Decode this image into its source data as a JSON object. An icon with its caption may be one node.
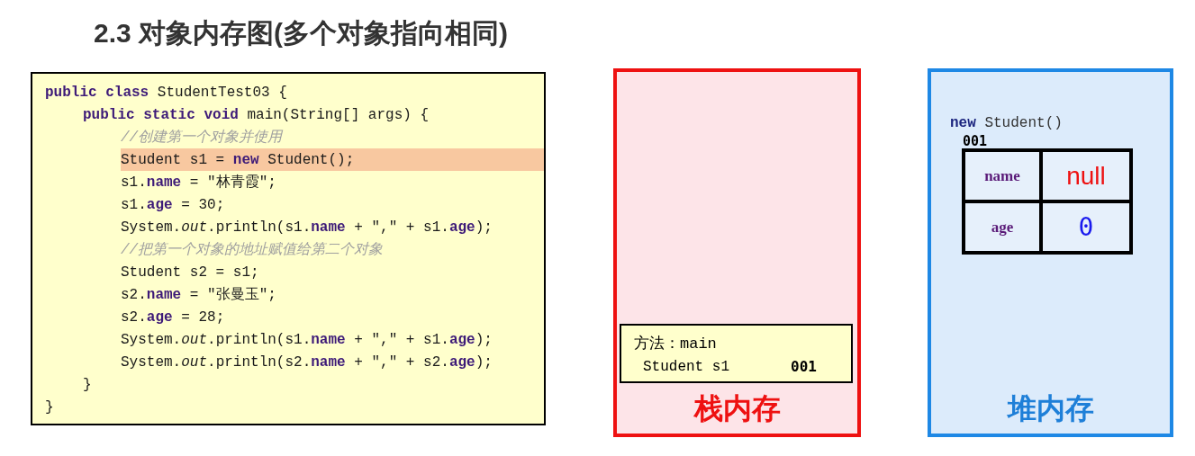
{
  "diagram": {
    "title": "2.3 对象内存图(多个对象指向相同)",
    "nodes": [
      {
        "text": [
          "**public class** StudentTest03 {",
          "**public static void** main(String[] args) {",
          "//创建第一个对象并使用",
          "s1.**name** = \"林青霞\";",
          "s1.**age** = 30;",
          "System.*out*.println(s1.**name** + \",\" + s1.**age**);",
          "//把第一个对象的地址赋值给第二个对象",
          "Student s2 = s1;",
          "s2.**name** = \"张曼玉\";",
          "s2.**age** = 28;",
          "System.*out*.println(s1.**name** + \",\" + s1.**age**);",
          "System.*out*.println(s2.**name** + \",\" + s2.**age**);",
          "}",
          "}"
        ]
      },
      {
        "text": [
          "Student s1 = **new** Student();"
        ],
        "in": 0
      },
      {
        "text": [
          "栈内存"
        ]
      },
      {
        "text": [
          "方法：main",
          "Student s1",
          "001"
        ],
        "in": 2
      },
      {
        "text": [
          "堆内存"
        ]
      },
      {
        "text": [
          "**new** Student()",
          "001"
        ],
        "in": 4
      },
      {
        "text": [
          "name"
        ],
        "in": 5
      },
      {
        "text": [
          "null"
        ],
        "in": 5
      },
      {
        "text": [
          "age"
        ],
        "in": 5
      },
      {
        "text": [
          "0"
        ],
        "in": 5
      }
    ]
  }
}
